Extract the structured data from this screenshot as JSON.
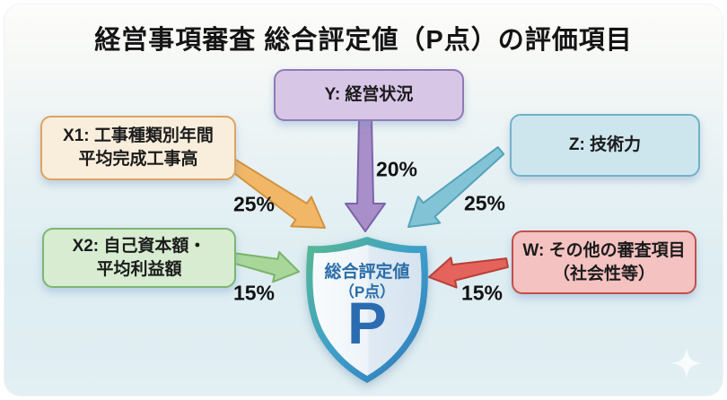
{
  "title": "経営事項審査 総合評定値（P点）の評価項目",
  "nodes": {
    "x1": {
      "id": "X1",
      "line1": "X1: 工事種類別年間",
      "line2": "平均完成工事高",
      "weight": "25%",
      "fill": "#f9eedc",
      "border": "#dda35f",
      "arrow": "#f1b767",
      "arrow_edge": "#d1933f"
    },
    "y": {
      "id": "Y",
      "line1": "Y: 経営状況",
      "weight": "20%",
      "fill": "#d8c6e7",
      "border": "#8f7ab5",
      "arrow": "#a88fca",
      "arrow_edge": "#7e62a8"
    },
    "z": {
      "id": "Z",
      "line1": "Z: 技術力",
      "weight": "25%",
      "fill": "#cde6ee",
      "border": "#72b1c9",
      "arrow": "#82c4d6",
      "arrow_edge": "#55a2bb"
    },
    "x2": {
      "id": "X2",
      "line1": "X2: 自己資本額・",
      "line2": "平均利益額",
      "weight": "15%",
      "fill": "#d7ecd1",
      "border": "#7cb672",
      "arrow": "#a9d79a",
      "arrow_edge": "#7bb368"
    },
    "w": {
      "id": "W",
      "line1": "W: その他の審査項目",
      "line2": "（社会性等）",
      "weight": "15%",
      "fill": "#f4c2c1",
      "border": "#c2504b",
      "arrow": "#e4635c",
      "arrow_edge": "#b93f38"
    }
  },
  "center": {
    "line1": "総合評定値",
    "line2": "（P点）",
    "letter": "P",
    "text_color": "#2a6da8",
    "letter_color": "#2b6cb0",
    "border_gradient_start": "#57b98f",
    "border_gradient_mid": "#3e9fca",
    "border_gradient_end": "#2e77b8"
  },
  "decor": {
    "sparkle_icon": "sparkle-star"
  }
}
